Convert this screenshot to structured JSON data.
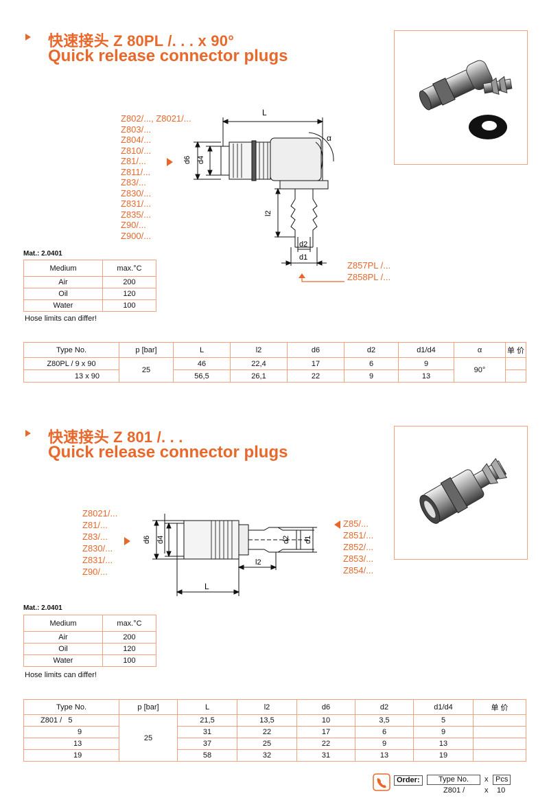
{
  "section1": {
    "title_cn": "快速接头 Z 80PL /. . . x 90°",
    "title_en": "Quick release connector plugs",
    "compatible_left": [
      "Z802/..., Z8021/...",
      "Z803/...",
      "Z804/...",
      "Z810/...",
      "Z81/...",
      "Z811/...",
      "Z83/...",
      "Z830/...",
      "Z831/...",
      "Z835/...",
      "Z90/...",
      "Z900/..."
    ],
    "compatible_right": [
      "Z857PL /...",
      "Z858PL /..."
    ],
    "dims": {
      "L": "L",
      "d6": "d6",
      "d4": "d4",
      "l2": "l2",
      "d2": "d2",
      "d1": "d1",
      "alpha": "α"
    },
    "material": "Mat.: 2.0401",
    "medium_table": {
      "headers": [
        "Medium",
        "max.°C"
      ],
      "rows": [
        [
          "Air",
          "200"
        ],
        [
          "Oil",
          "120"
        ],
        [
          "Water",
          "100"
        ]
      ]
    },
    "note": "Hose limits can differ!",
    "spec_table": {
      "headers": [
        "Type No.",
        "p [bar]",
        "L",
        "l2",
        "d6",
        "d2",
        "d1/d4",
        "α",
        "单 价"
      ],
      "pressure": "25",
      "alpha": "90°",
      "rows": [
        {
          "type": "Z80PL / 9 x 90",
          "L": "46",
          "l2": "22,4",
          "d6": "17",
          "d2": "6",
          "d1d4": "9"
        },
        {
          "type": "13 x 90",
          "L": "56,5",
          "l2": "26,1",
          "d6": "22",
          "d2": "9",
          "d1d4": "13"
        }
      ]
    }
  },
  "section2": {
    "title_cn": "快速接头 Z 801 /. . .",
    "title_en": "Quick release connector plugs",
    "compatible_left": [
      "Z8021/...",
      "Z81/...",
      "Z83/...",
      "Z830/...",
      "Z831/...",
      "Z90/..."
    ],
    "compatible_right": [
      "Z85/...",
      "Z851/...",
      "Z852/...",
      "Z853/...",
      "Z854/..."
    ],
    "dims": {
      "L": "L",
      "d6": "d6",
      "d4": "d4",
      "l2": "l2",
      "d2": "d2",
      "d1": "d1"
    },
    "material": "Mat.: 2.0401",
    "medium_table": {
      "headers": [
        "Medium",
        "max.°C"
      ],
      "rows": [
        [
          "Air",
          "200"
        ],
        [
          "Oil",
          "120"
        ],
        [
          "Water",
          "100"
        ]
      ]
    },
    "note": "Hose limits can differ!",
    "spec_table": {
      "headers": [
        "Type No.",
        "p [bar]",
        "L",
        "l2",
        "d6",
        "d2",
        "d1/d4",
        "单 价"
      ],
      "pressure": "25",
      "rows": [
        {
          "type": "Z801 /   5",
          "L": "21,5",
          "l2": "13,5",
          "d6": "10",
          "d2": "3,5",
          "d1d4": "5"
        },
        {
          "type": "9",
          "L": "31",
          "l2": "22",
          "d6": "17",
          "d2": "6",
          "d1d4": "9"
        },
        {
          "type": "13",
          "L": "37",
          "l2": "25",
          "d6": "22",
          "d2": "9",
          "d1d4": "13"
        },
        {
          "type": "19",
          "L": "58",
          "l2": "32",
          "d6": "31",
          "d2": "13",
          "d1d4": "19"
        }
      ]
    }
  },
  "order": {
    "label": "Order:",
    "type_label": "Type No.",
    "x": "x",
    "pcs_label": "Pcs",
    "example_type": "Z801 /",
    "example_x": "x",
    "example_qty": "10"
  },
  "colors": {
    "accent": "#e8682b",
    "table_border": "#f2a27c"
  }
}
